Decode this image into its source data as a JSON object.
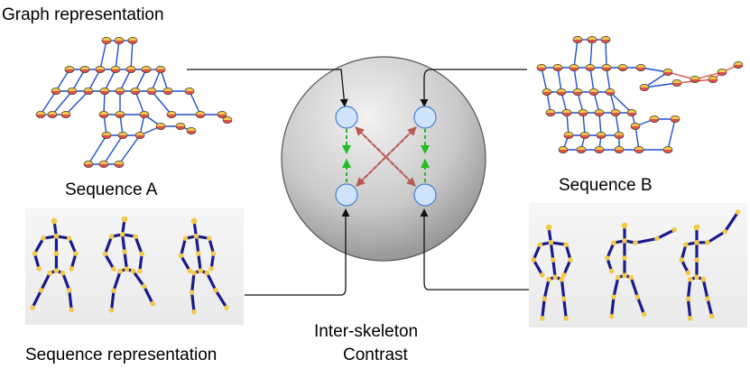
{
  "labels": {
    "graph_representation": "Graph representation",
    "sequence_a": "Sequence A",
    "sequence_b": "Sequence B",
    "sequence_representation": "Sequence representation",
    "contrast_line1": "Inter-skeleton",
    "contrast_line2": "Contrast"
  },
  "colors": {
    "graph_edge": "#1f4fd1",
    "joint_top": "#f2c94c",
    "joint_bottom": "#e0504a",
    "stick_bone": "#1a1a8c",
    "stick_joint": "#f4c84a",
    "node_fill": "#cfe3fb",
    "node_stroke": "#4a7ed0",
    "intra_arrow": "#22bb22",
    "inter_arrow": "#b85a52"
  }
}
